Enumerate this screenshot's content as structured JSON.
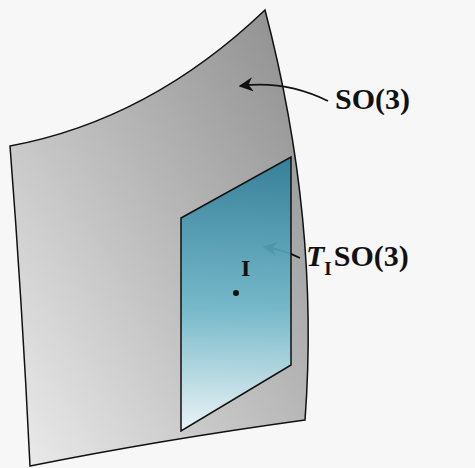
{
  "diagram": {
    "nodes": [
      {
        "text": [
          "I"
        ]
      }
    ],
    "labels": [
      "SO(3)",
      "T",
      "I",
      "SO(3)"
    ]
  }
}
